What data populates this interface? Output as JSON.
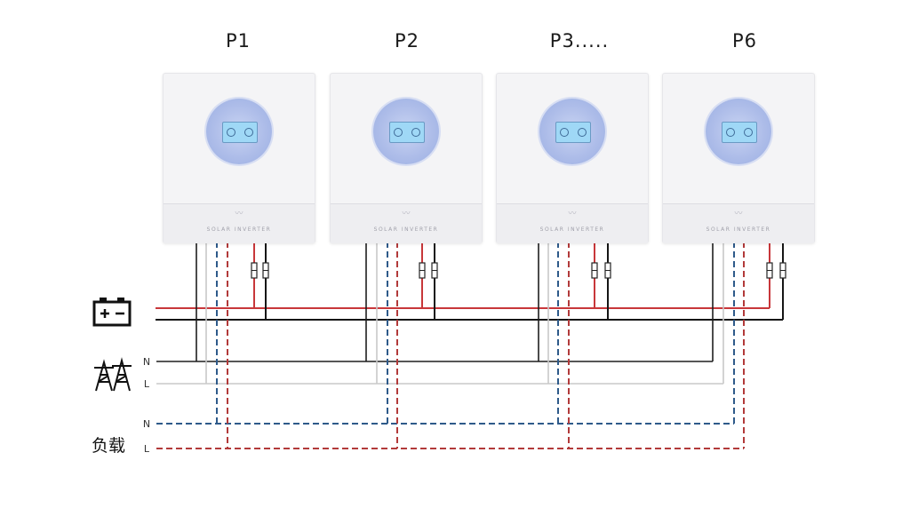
{
  "units": [
    {
      "label": "P1",
      "brand": "SOLAR INVERTER"
    },
    {
      "label": "P2",
      "brand": "SOLAR INVERTER"
    },
    {
      "label": "P3.....",
      "brand": "SOLAR INVERTER"
    },
    {
      "label": "P6",
      "brand": "SOLAR INVERTER"
    }
  ],
  "grid_bus": {
    "n_label": "N",
    "l_label": "L"
  },
  "load_bus": {
    "title": "负载",
    "n_label": "N",
    "l_label": "L"
  },
  "icons": {
    "battery": "battery-icon",
    "grid": "power-tower-icon"
  },
  "colors": {
    "battery_positive": "#c8373a",
    "battery_negative": "#161616",
    "grid_n": "#1e1e1e",
    "grid_l": "#c8c8c8",
    "load_n": "#2e5a8a",
    "load_l": "#b23a3a",
    "unit_face": "#f4f4f6"
  }
}
